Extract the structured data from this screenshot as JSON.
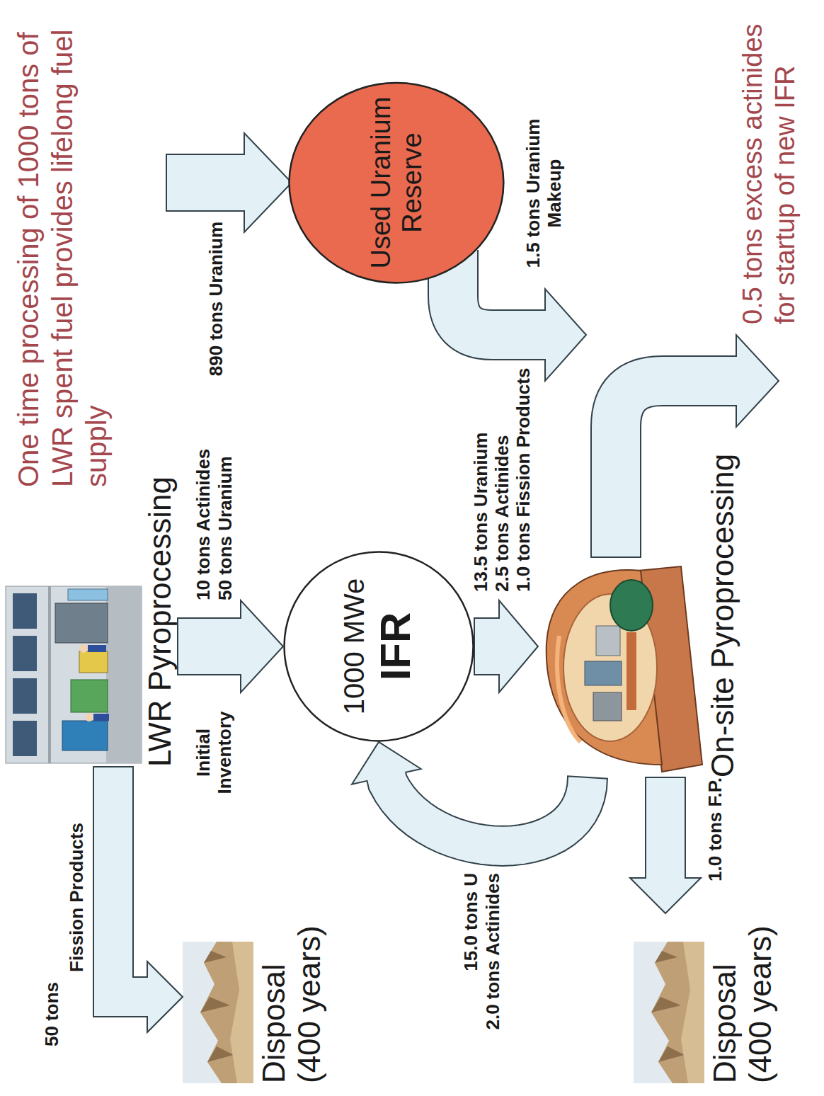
{
  "diagram": {
    "title": "One time processing of 1000 tons of LWR spent fuel provides lifelong fuel supply",
    "nodes": [
      {
        "text": [
          "LWR Pyroprocessing"
        ]
      },
      {
        "text": [
          "1000 MWe",
          "IFR"
        ]
      },
      {
        "text": [
          "On-site Pyroprocessing"
        ]
      },
      {
        "text": [
          "Used Uranium Reserve"
        ]
      },
      {
        "text": [
          "Disposal (400 years)"
        ]
      },
      {
        "text": [
          "Disposal (400 years)"
        ]
      }
    ],
    "edges": [
      {
        "from": 0,
        "to": 4,
        "arrow": "to"
      },
      {
        "from": 0,
        "to": 1,
        "arrow": "to"
      },
      {
        "from": 1,
        "to": 2,
        "arrow": "to"
      },
      {
        "from": 2,
        "to": 1,
        "arrow": "to"
      },
      {
        "from": 2,
        "to": 5,
        "arrow": "to"
      }
    ],
    "labels": [
      "50 tons",
      "Fission Products",
      "Initial Inventory",
      "10 tons Actinides",
      "50 tons Uranium",
      "890 tons Uranium",
      "13.5 tons Uranium",
      "2.5 tons Actinides",
      "1.0 tons Fission Products",
      "1.5 tons Uranium Makeup",
      "15.0 tons U",
      "2.0 tons Actinides",
      "1.0 tons F.P.",
      "0.5 tons excess actinides for startup of new IFR"
    ]
  }
}
